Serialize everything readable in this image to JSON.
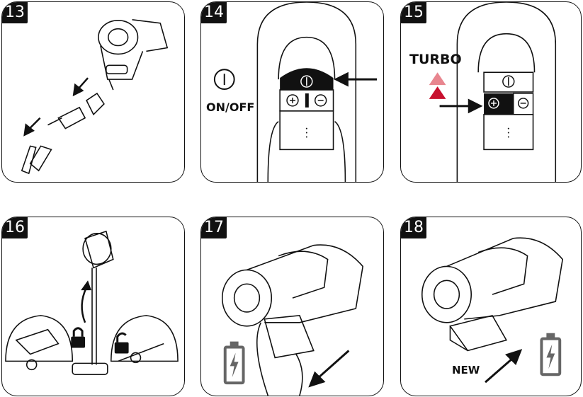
{
  "steps": [
    {
      "number": "13"
    },
    {
      "number": "14",
      "label": "ON/OFF"
    },
    {
      "number": "15",
      "label": "TURBO",
      "boost_text": "TURBO"
    },
    {
      "number": "16"
    },
    {
      "number": "17"
    },
    {
      "number": "18",
      "label": "NEW"
    }
  ],
  "colors": {
    "ink": "#111111",
    "turbo_light": "#e8868f",
    "turbo_dark": "#c8102e",
    "battery": "#666666"
  }
}
